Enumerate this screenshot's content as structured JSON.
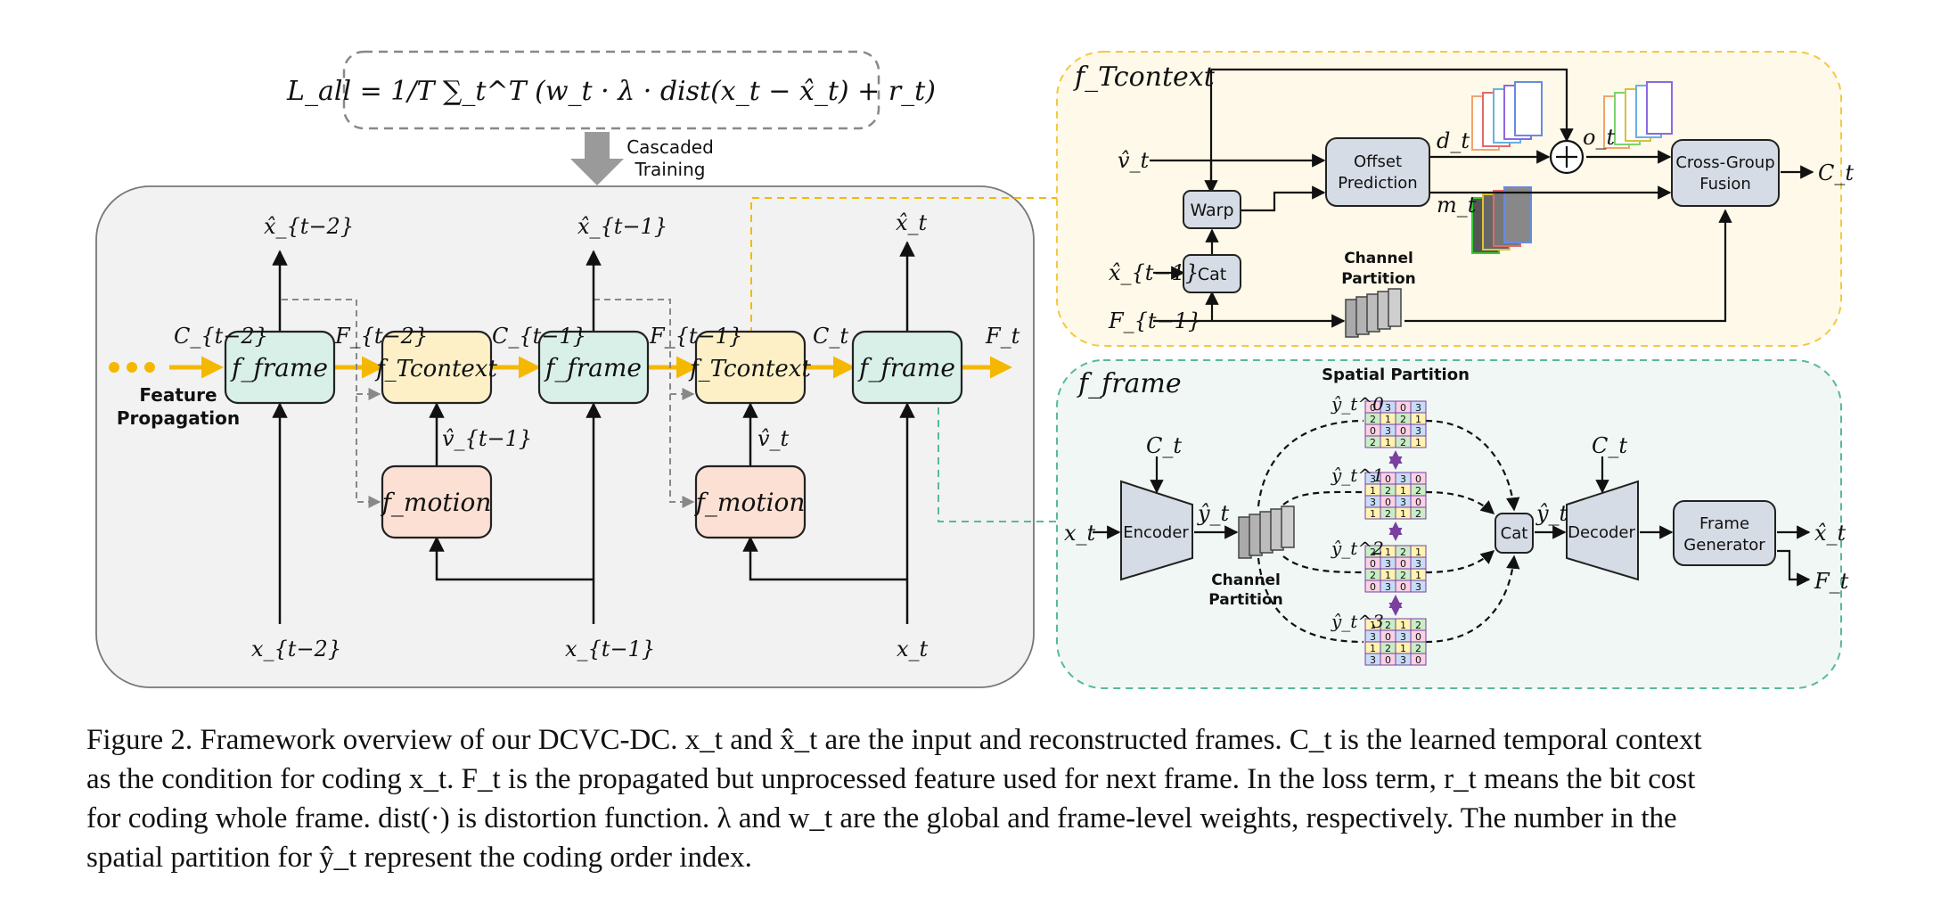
{
  "loss": {
    "formula": "L_all = 1/T ∑_t^T (w_t · λ · dist(x_t − x̂_t) + r_t)",
    "cascaded_training": [
      "Cascaded",
      "Training"
    ]
  },
  "pipeline": {
    "labels": {
      "c_tm2": "C_{t−2}",
      "f_tm2": "F_{t−2}",
      "c_tm1": "C_{t−1}",
      "f_tm1": "F_{t−1}",
      "c_t": "C_t",
      "f_t": "F_t",
      "xhat_tm2": "x̂_{t−2}",
      "xhat_tm1": "x̂_{t−1}",
      "xhat_t": "x̂_t",
      "x_tm2": "x_{t−2}",
      "x_tm1": "x_{t−1}",
      "x_t": "x_t",
      "vhat_tm1": "v̂_{t−1}",
      "vhat_t": "v̂_t",
      "feature_propagation": [
        "Feature",
        "Propagation"
      ]
    },
    "boxes": {
      "frame": "f_frame",
      "tcontext": "f_Tcontext",
      "motion": "f_motion"
    }
  },
  "tcontext_panel": {
    "title": "f_Tcontext",
    "warp": "Warp",
    "cat": "Cat",
    "offset_prediction": [
      "Offset",
      "Prediction"
    ],
    "cross_group_fusion": [
      "Cross-Group",
      "Fusion"
    ],
    "channel_partition": [
      "Channel",
      "Partition"
    ],
    "labels": {
      "vhat": "v̂_t",
      "xhat_tm1": "x̂_{t−1}",
      "f_tm1": "F_{t−1}",
      "d_t": "d_t",
      "m_t": "m_t",
      "o_t": "o_t",
      "c_t": "C_t"
    }
  },
  "frame_panel": {
    "title": "f_frame",
    "spatial_partition": "Spatial Partition",
    "encoder": "Encoder",
    "decoder": "Decoder",
    "cat": "Cat",
    "frame_generator": [
      "Frame",
      "Generator"
    ],
    "channel_partition": [
      "Channel",
      "Partition"
    ],
    "labels": {
      "x_t": "x_t",
      "c_t_enc": "C_t",
      "c_t_dec": "C_t",
      "yhat_enc": "ŷ_t",
      "yhat_cat": "ŷ_t",
      "xhat_out": "x̂_t",
      "f_out": "F_t"
    },
    "partitions": [
      {
        "label": "ŷ_t^0",
        "rows": [
          "0303",
          "2121",
          "0303",
          "2121"
        ]
      },
      {
        "label": "ŷ_t^1",
        "rows": [
          "3030",
          "1212",
          "3030",
          "1212"
        ]
      },
      {
        "label": "ŷ_t^2",
        "rows": [
          "2121",
          "0303",
          "2121",
          "0303"
        ]
      },
      {
        "label": "ŷ_t^3",
        "rows": [
          "1212",
          "3030",
          "1212",
          "3030"
        ]
      }
    ]
  },
  "colors": {
    "frame_box": "#d9f0e8",
    "tcontext_box": "#fdf0c7",
    "motion_box": "#fbe0d3",
    "main_panel": "#f2f2f2",
    "context_panel": "#fef9e8",
    "frame_panel": "#f0f7f4",
    "propagation": "#f5b800",
    "module_box": "#d6dce5"
  },
  "caption": [
    "Figure 2. Framework overview of our DCVC-DC. x_t and x̂_t are the input and reconstructed frames. C_t is the learned temporal context",
    "as the condition for coding x_t. F_t is the propagated but unprocessed feature used for next frame. In the loss term, r_t means the bit cost",
    "for coding whole frame. dist(·) is distortion function. λ and w_t are the global and frame-level weights, respectively. The number in the",
    "spatial partition for ŷ_t represent the coding order index."
  ]
}
